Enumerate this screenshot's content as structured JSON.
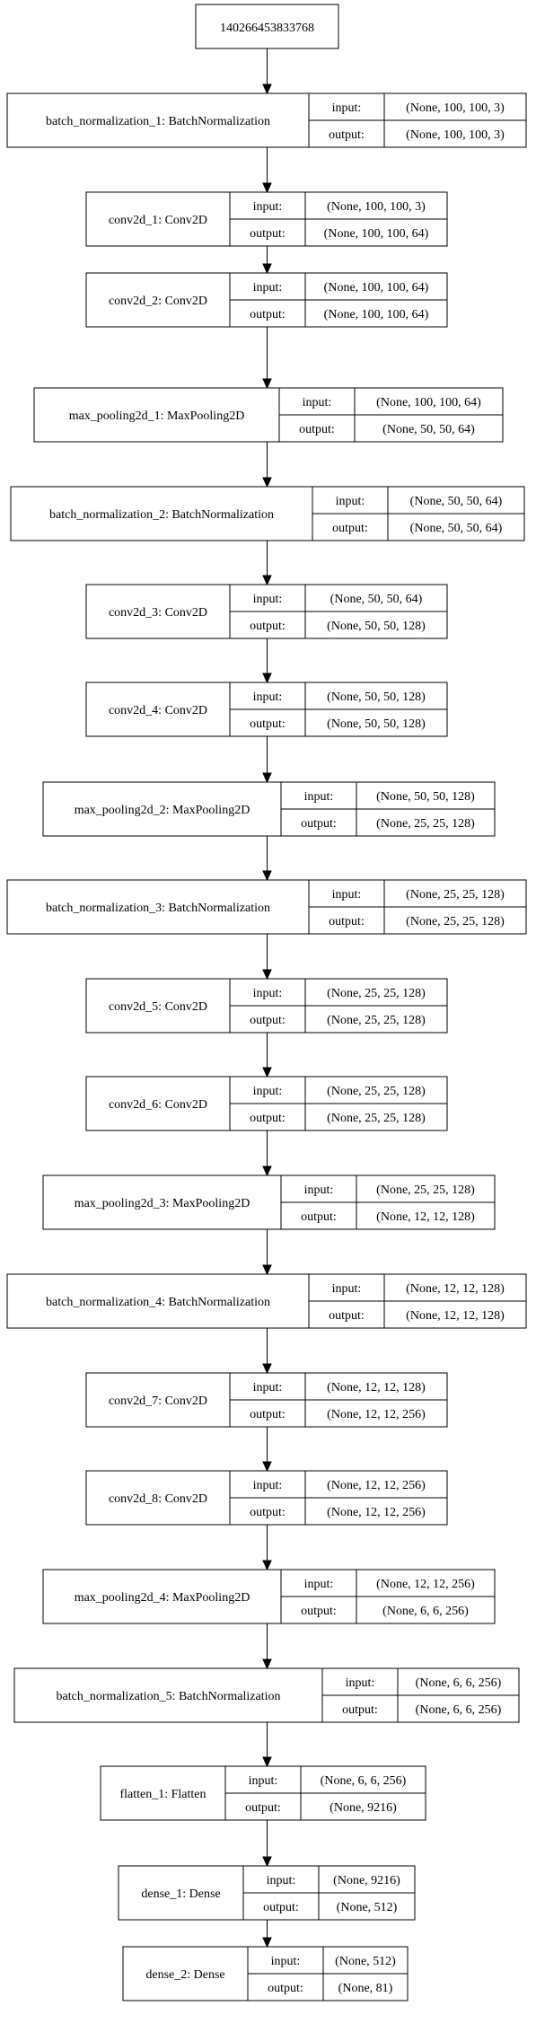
{
  "diagram": {
    "input_node": "140266453833768",
    "port_labels": {
      "input": "input:",
      "output": "output:"
    },
    "layers": [
      {
        "label": "batch_normalization_1: BatchNormalization",
        "input": "(None, 100, 100, 3)",
        "output": "(None, 100, 100, 3)"
      },
      {
        "label": "conv2d_1: Conv2D",
        "input": "(None, 100, 100, 3)",
        "output": "(None, 100, 100, 64)"
      },
      {
        "label": "conv2d_2: Conv2D",
        "input": "(None, 100, 100, 64)",
        "output": "(None, 100, 100, 64)"
      },
      {
        "label": "max_pooling2d_1: MaxPooling2D",
        "input": "(None, 100, 100, 64)",
        "output": "(None, 50, 50, 64)"
      },
      {
        "label": "batch_normalization_2: BatchNormalization",
        "input": "(None, 50, 50, 64)",
        "output": "(None, 50, 50, 64)"
      },
      {
        "label": "conv2d_3: Conv2D",
        "input": "(None, 50, 50, 64)",
        "output": "(None, 50, 50, 128)"
      },
      {
        "label": "conv2d_4: Conv2D",
        "input": "(None, 50, 50, 128)",
        "output": "(None, 50, 50, 128)"
      },
      {
        "label": "max_pooling2d_2: MaxPooling2D",
        "input": "(None, 50, 50, 128)",
        "output": "(None, 25, 25, 128)"
      },
      {
        "label": "batch_normalization_3: BatchNormalization",
        "input": "(None, 25, 25, 128)",
        "output": "(None, 25, 25, 128)"
      },
      {
        "label": "conv2d_5: Conv2D",
        "input": "(None, 25, 25, 128)",
        "output": "(None, 25, 25, 128)"
      },
      {
        "label": "conv2d_6: Conv2D",
        "input": "(None, 25, 25, 128)",
        "output": "(None, 25, 25, 128)"
      },
      {
        "label": "max_pooling2d_3: MaxPooling2D",
        "input": "(None, 25, 25, 128)",
        "output": "(None, 12, 12, 128)"
      },
      {
        "label": "batch_normalization_4: BatchNormalization",
        "input": "(None, 12, 12, 128)",
        "output": "(None, 12, 12, 128)"
      },
      {
        "label": "conv2d_7: Conv2D",
        "input": "(None, 12, 12, 128)",
        "output": "(None, 12, 12, 256)"
      },
      {
        "label": "conv2d_8: Conv2D",
        "input": "(None, 12, 12, 256)",
        "output": "(None, 12, 12, 256)"
      },
      {
        "label": "max_pooling2d_4: MaxPooling2D",
        "input": "(None, 12, 12, 256)",
        "output": "(None, 6, 6, 256)"
      },
      {
        "label": "batch_normalization_5: BatchNormalization",
        "input": "(None, 6, 6, 256)",
        "output": "(None, 6, 6, 256)"
      },
      {
        "label": "flatten_1: Flatten",
        "input": "(None, 6, 6, 256)",
        "output": "(None, 9216)"
      },
      {
        "label": "dense_1: Dense",
        "input": "(None, 9216)",
        "output": "(None, 512)"
      },
      {
        "label": "dense_2: Dense",
        "input": "(None, 512)",
        "output": "(None, 81)"
      }
    ]
  }
}
